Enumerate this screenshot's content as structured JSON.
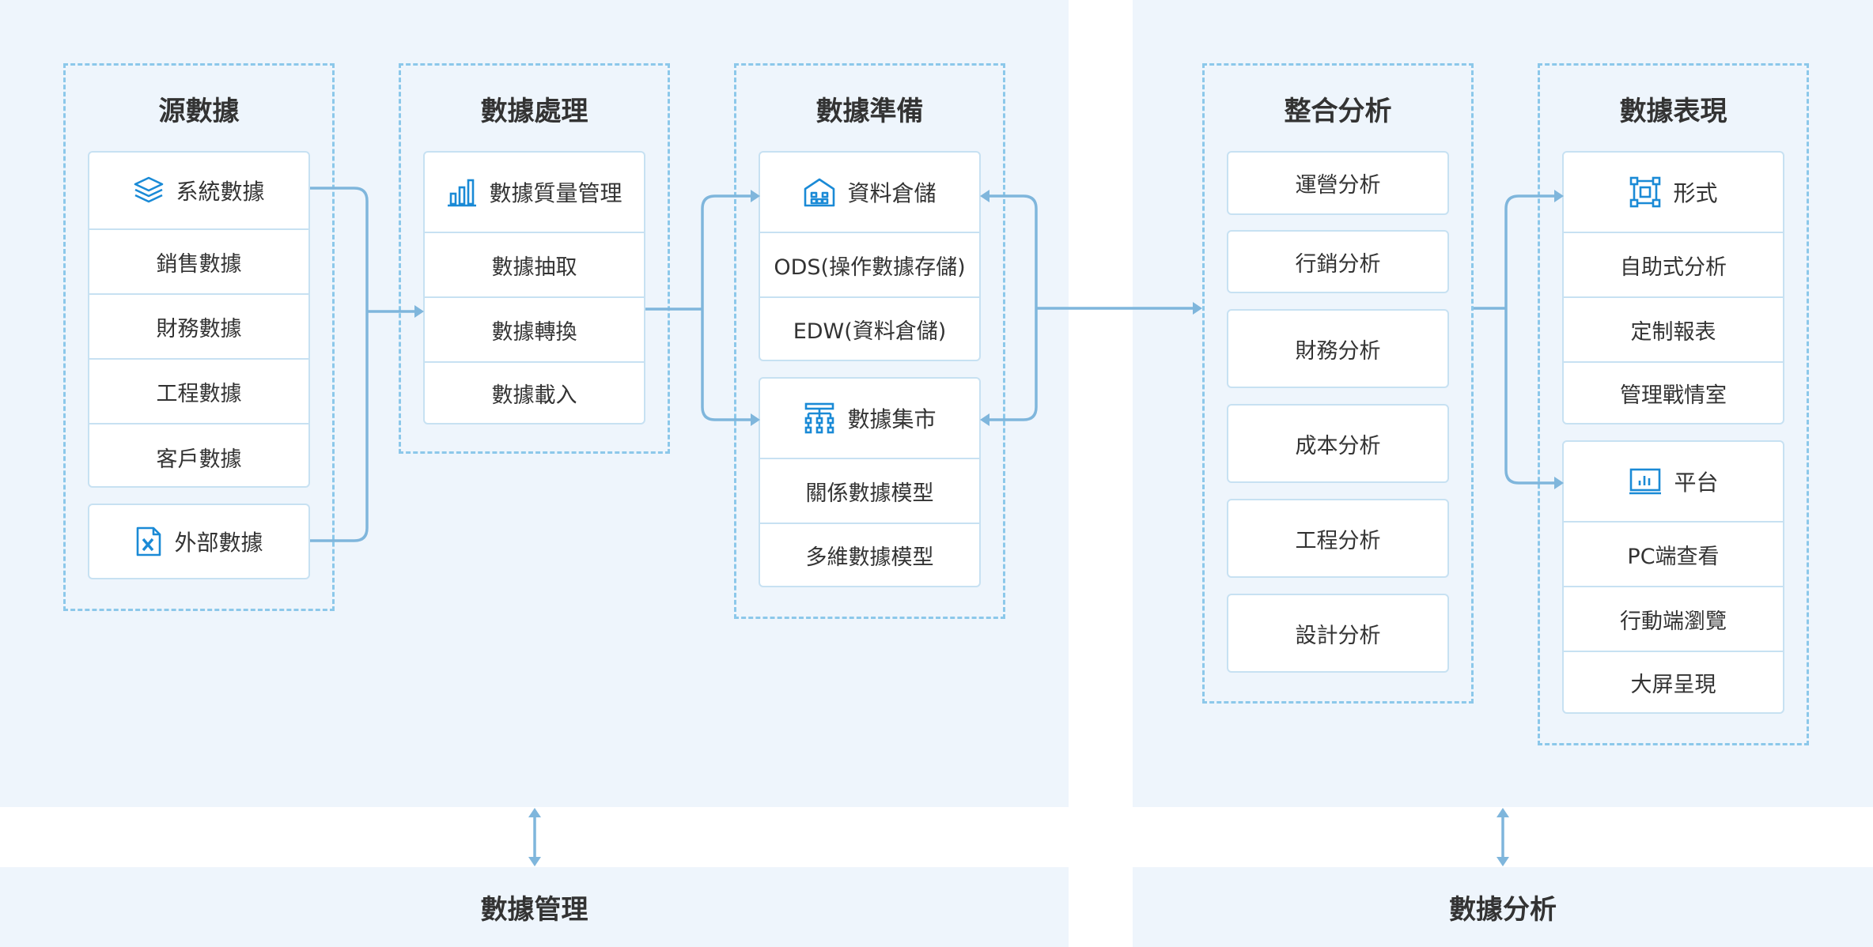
{
  "columns": {
    "source": {
      "title": "源數據",
      "group1": [
        "系統數據",
        "銷售數據",
        "財務數據",
        "工程數據",
        "客戶數據"
      ],
      "group2": [
        "外部數據"
      ]
    },
    "processing": {
      "title": "數據處理",
      "items": [
        "數據質量管理",
        "數據抽取",
        "數據轉換",
        "數據載入"
      ]
    },
    "preparation": {
      "title": "數據準備",
      "group1": [
        "資料倉儲",
        "ODS(操作數據存儲)",
        "EDW(資料倉儲)"
      ],
      "group2": [
        "數據集市",
        "關係數據模型",
        "多維數據模型"
      ]
    },
    "analysis": {
      "title": "整合分析",
      "items": [
        "運營分析",
        "行銷分析",
        "財務分析",
        "成本分析",
        "工程分析",
        "設計分析"
      ]
    },
    "presentation": {
      "title": "數據表現",
      "group1": [
        "形式",
        "自助式分析",
        "定制報表",
        "管理戰情室"
      ],
      "group2": [
        "平台",
        "PC端查看",
        "行動端瀏覽",
        "大屏呈現"
      ]
    }
  },
  "footer": {
    "left": "數據管理",
    "right": "數據分析"
  },
  "colors": {
    "panel": "#eef5fc",
    "dashed_border": "#8cc8ea",
    "card_border": "#c7e1f2",
    "connector": "#7fb6dc",
    "icon": "#1a8ad6"
  },
  "icons": {
    "system_data": "layers-icon",
    "external_data": "excel-file-icon",
    "quality": "bar-chart-icon",
    "warehouse": "warehouse-icon",
    "datamart": "hierarchy-icon",
    "form": "frame-icon",
    "platform": "monitor-chart-icon"
  }
}
